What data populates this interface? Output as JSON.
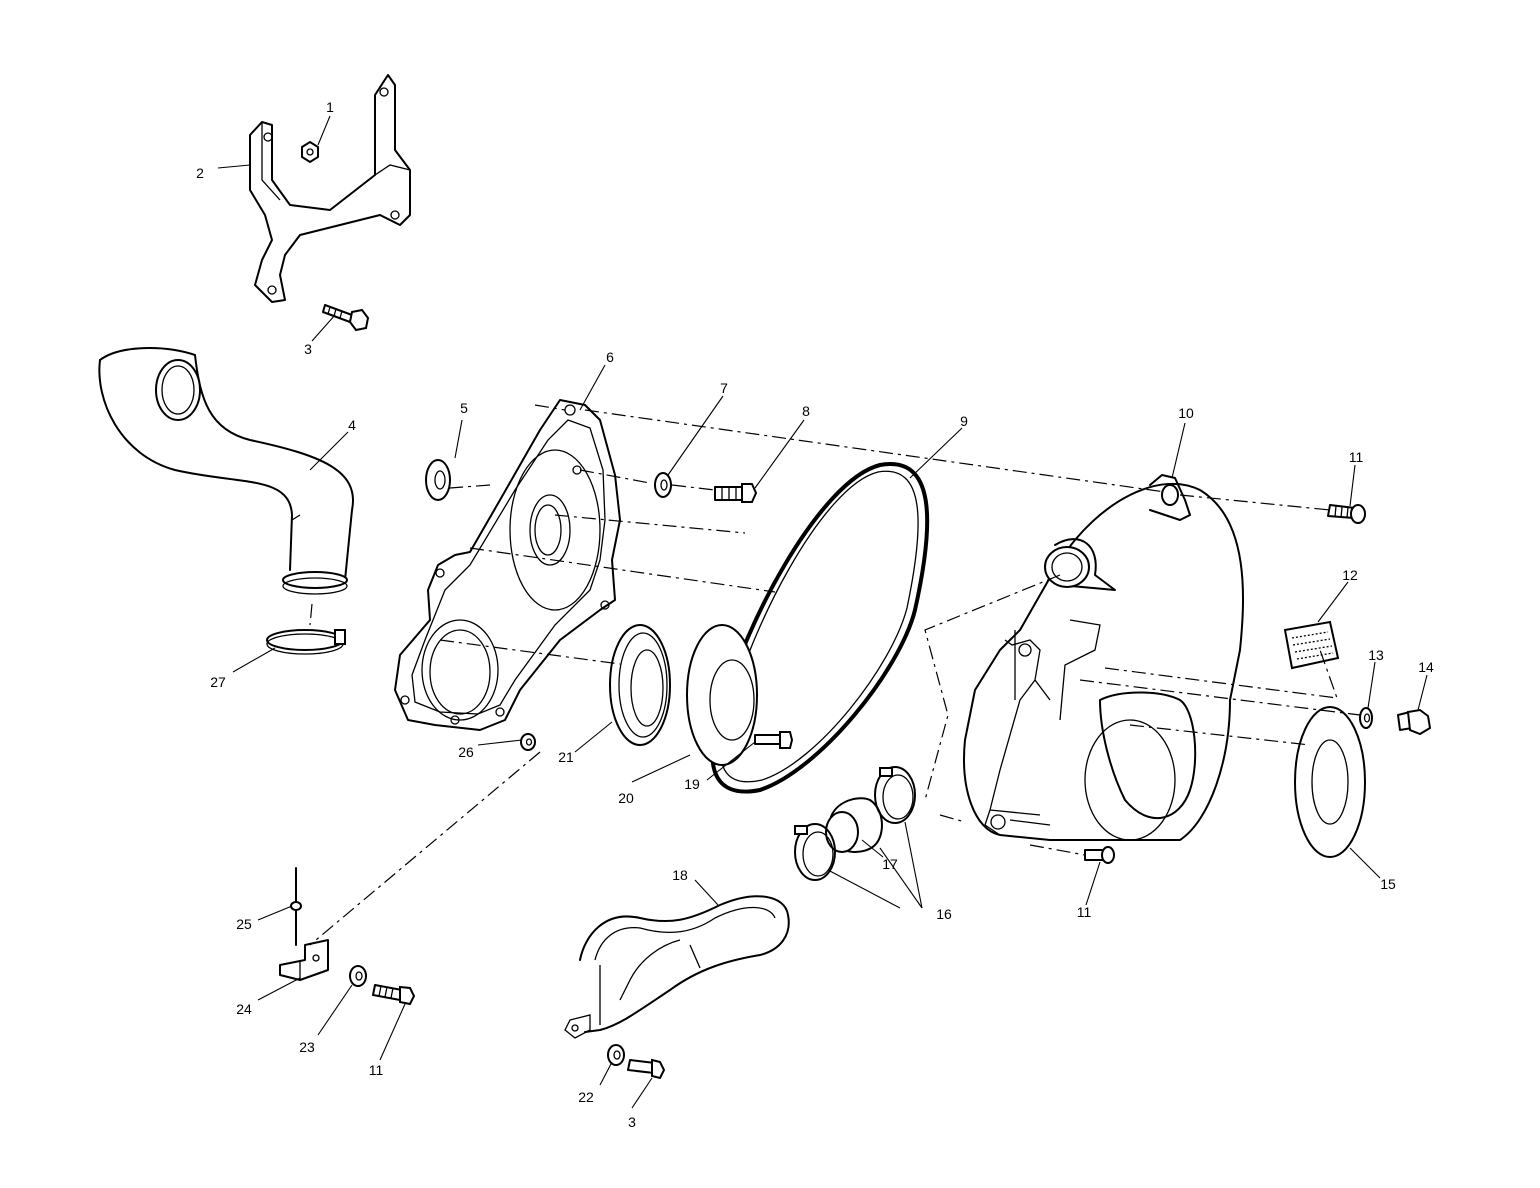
{
  "callouts": [
    {
      "id": "c1",
      "text": "1"
    },
    {
      "id": "c2",
      "text": "2"
    },
    {
      "id": "c3a",
      "text": "3"
    },
    {
      "id": "c3b",
      "text": "3"
    },
    {
      "id": "c4",
      "text": "4"
    },
    {
      "id": "c5",
      "text": "5"
    },
    {
      "id": "c6",
      "text": "6"
    },
    {
      "id": "c7",
      "text": "7"
    },
    {
      "id": "c8",
      "text": "8"
    },
    {
      "id": "c9",
      "text": "9"
    },
    {
      "id": "c10",
      "text": "10"
    },
    {
      "id": "c11a",
      "text": "11"
    },
    {
      "id": "c11b",
      "text": "11"
    },
    {
      "id": "c11c",
      "text": "11"
    },
    {
      "id": "c12",
      "text": "12"
    },
    {
      "id": "c13",
      "text": "13"
    },
    {
      "id": "c14",
      "text": "14"
    },
    {
      "id": "c15",
      "text": "15"
    },
    {
      "id": "c16",
      "text": "16"
    },
    {
      "id": "c17",
      "text": "17"
    },
    {
      "id": "c18",
      "text": "18"
    },
    {
      "id": "c19",
      "text": "19"
    },
    {
      "id": "c20",
      "text": "20"
    },
    {
      "id": "c21",
      "text": "21"
    },
    {
      "id": "c22",
      "text": "22"
    },
    {
      "id": "c23",
      "text": "23"
    },
    {
      "id": "c24",
      "text": "24"
    },
    {
      "id": "c25",
      "text": "25"
    },
    {
      "id": "c26",
      "text": "26"
    },
    {
      "id": "c27",
      "text": "27"
    }
  ],
  "colors": {
    "line": "#000000",
    "background": "#ffffff"
  }
}
